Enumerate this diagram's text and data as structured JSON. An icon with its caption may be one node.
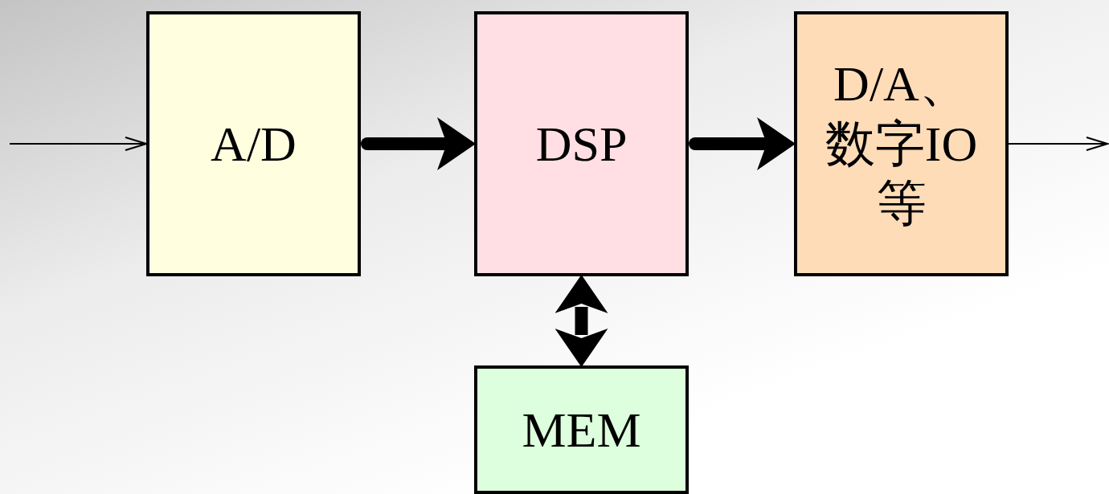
{
  "diagram": {
    "nodes": [
      {
        "text": [
          "A/D"
        ]
      },
      {
        "text": [
          "DSP"
        ]
      },
      {
        "text": [
          "D/A、数字IO等"
        ]
      },
      {
        "text": [
          "MEM"
        ]
      }
    ],
    "edges": [
      {
        "from": null,
        "to": 0,
        "arrow": "to"
      },
      {
        "from": 0,
        "to": 1,
        "arrow": "to"
      },
      {
        "from": 1,
        "to": 2,
        "arrow": "to"
      },
      {
        "from": 2,
        "to": null,
        "arrow": "to"
      },
      {
        "from": 1,
        "to": 3,
        "arrow": "both"
      }
    ]
  }
}
